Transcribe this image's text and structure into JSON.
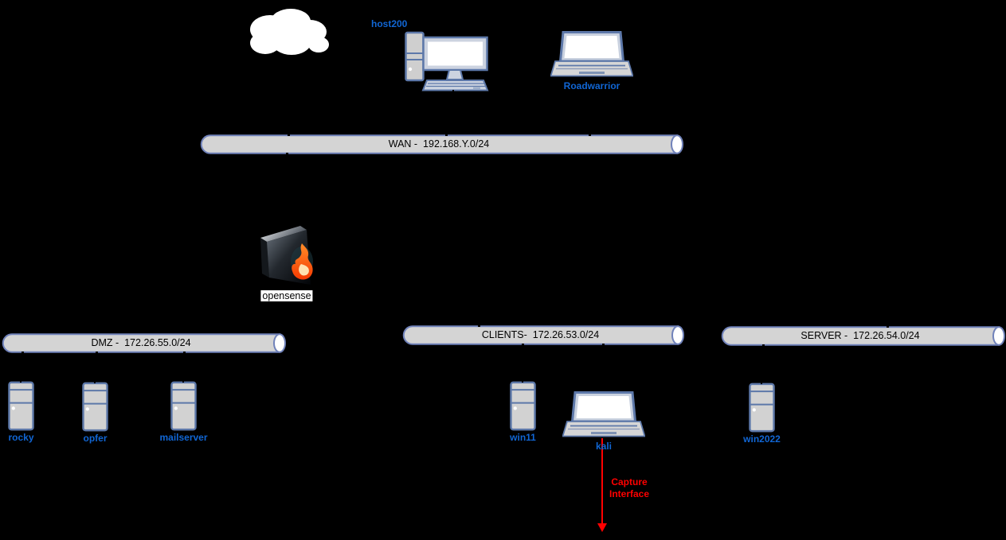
{
  "diagram": {
    "background": "#000000",
    "nodes": {
      "internet": {
        "icon": "cloud-icon"
      },
      "host200": {
        "icon": "desktop-pc-icon",
        "label": "host200"
      },
      "roadwarrior": {
        "icon": "laptop-icon",
        "label": "Roadwarrior"
      },
      "opensense": {
        "icon": "firewall-icon",
        "label": "opensense"
      },
      "rocky": {
        "icon": "server-icon",
        "label": "rocky"
      },
      "opfer": {
        "icon": "server-icon",
        "label": "opfer"
      },
      "mailserver": {
        "icon": "server-icon",
        "label": "mailserver"
      },
      "win11": {
        "icon": "server-icon",
        "label": "win11"
      },
      "kali": {
        "icon": "laptop-icon",
        "label": "kali"
      },
      "win2022": {
        "icon": "server-icon",
        "label": "win2022"
      }
    },
    "networks": {
      "wan": {
        "label": "WAN -  192.168.Y.0/24"
      },
      "dmz": {
        "label": "DMZ -  172.26.55.0/24"
      },
      "clients": {
        "label": "CLIENTS-  172.26.53.0/24"
      },
      "server": {
        "label": "SERVER -  172.26.54.0/24"
      }
    },
    "annotations": {
      "capture": {
        "line1": "Capture",
        "line2": "Interface",
        "color": "#ff0000"
      }
    },
    "colors": {
      "bus_fill": "#d4d4d4",
      "bus_stroke": "#7082ba",
      "icon_fill": "#d2d2d2",
      "icon_stroke": "#5d78a9",
      "label_blue": "#1166d4",
      "arrow_red": "#ff0000",
      "cloud_white": "#ffffff"
    }
  }
}
